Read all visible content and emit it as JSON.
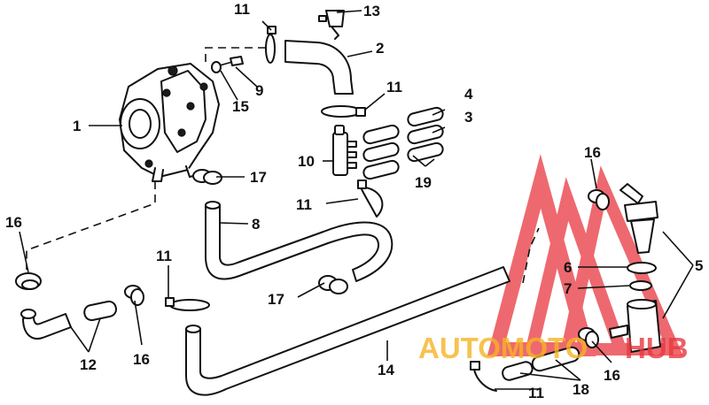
{
  "callouts": {
    "c1": "1",
    "c2": "2",
    "c3": "3",
    "c4": "4",
    "c5": "5",
    "c6": "6",
    "c7": "7",
    "c8": "8",
    "c9": "9",
    "c10": "10",
    "c11a": "11",
    "c11b": "11",
    "c11c": "11",
    "c11d": "11",
    "c11e": "11",
    "c12": "12",
    "c13": "13",
    "c14": "14",
    "c15": "15",
    "c16a": "16",
    "c16b": "16",
    "c16c": "16",
    "c16d": "16",
    "c17a": "17",
    "c17b": "17",
    "c18": "18",
    "c19": "19"
  },
  "watermark": {
    "text_left": "AUTOMOTO",
    "text_right": "HUB",
    "color_primary": "#e8373f",
    "color_secondary": "#f5b324"
  }
}
